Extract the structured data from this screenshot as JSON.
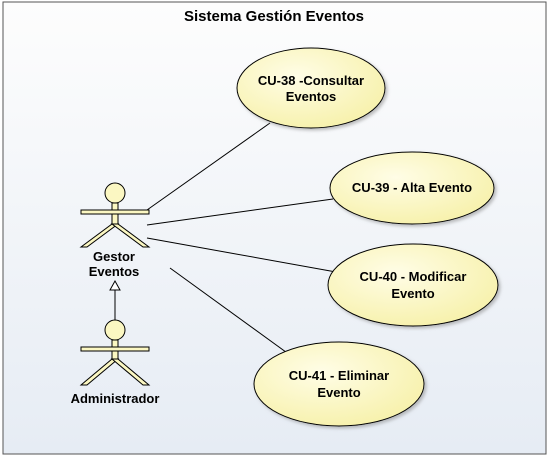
{
  "system": {
    "title": "Sistema Gestión Eventos"
  },
  "actors": {
    "gestor": {
      "line1": "Gestor",
      "line2": "Eventos"
    },
    "administrador": {
      "label": "Administrador"
    }
  },
  "use_cases": [
    {
      "id": "cu38",
      "line1": "CU-38 -Consultar",
      "line2": "Eventos"
    },
    {
      "id": "cu39",
      "line1": "CU-39 - Alta Evento"
    },
    {
      "id": "cu40",
      "line1": "CU-40 - Modificar",
      "line2": "Evento"
    },
    {
      "id": "cu41",
      "line1": "CU-41 - Eliminar",
      "line2": "Evento"
    }
  ],
  "colors": {
    "boundary_fill_top": "#fdfdfd",
    "boundary_fill_bottom": "#e6ecf4",
    "usecase_fill": "#fbf7c2",
    "actor_fill": "#fbf7c2",
    "stroke": "#000000"
  }
}
